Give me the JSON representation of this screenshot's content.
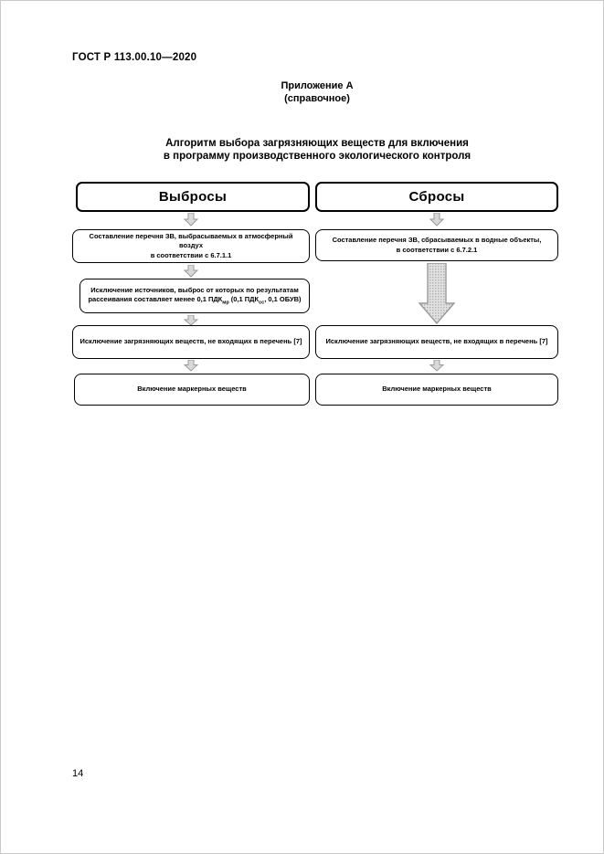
{
  "page": {
    "doc_number": "ГОСТ Р 113.00.10—2020",
    "appendix_title": "Приложение А",
    "appendix_subtitle": "(справочное)",
    "figure_title_line1": "Алгоритм выбора загрязняющих веществ для включения",
    "figure_title_line2": "в программу производственного экологического контроля",
    "page_number": "14"
  },
  "flowchart": {
    "left": {
      "header": "Выбросы",
      "step1_line1": "Составление перечня ЗВ, выбрасываемых в атмосферный воздух",
      "step1_line2": "в соответствии с 6.7.1.1",
      "step2": {
        "p1": "Исключение источников, выброс от которых по результатам рассеивания составляет менее 0,1 ПДК",
        "sub1": "мр",
        "p2": " (0,1 ПДК",
        "sub2": "сс",
        "p3": ", 0,1 ОБУВ)"
      },
      "step3": "Исключение загрязняющих веществ, не входящих в перечень [7]",
      "step4": "Включение маркерных веществ"
    },
    "right": {
      "header": "Сбросы",
      "step1_line1": "Составление перечня ЗВ, сбрасываемых в водные объекты,",
      "step1_line2": "в соответствии с 6.7.2.1",
      "step2": "Исключение загрязняющих веществ, не входящих в перечень [7]",
      "step3": "Включение маркерных веществ"
    }
  },
  "colors": {
    "box_border": "#000000",
    "arrow_fill": "#d9d9d9",
    "arrow_stroke": "#9a9a9a"
  }
}
